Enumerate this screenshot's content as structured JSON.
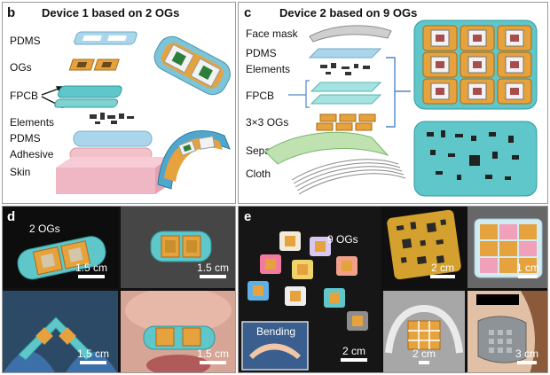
{
  "panel_b": {
    "letter": "b",
    "title": "Device 1 based on 2 OGs",
    "layers": [
      "PDMS",
      "OGs",
      "FPCB",
      "Elements",
      "PDMS",
      "Adhesive",
      "Skin"
    ]
  },
  "panel_c": {
    "letter": "c",
    "title": "Device 2 based on 9 OGs",
    "layers": [
      "Face mask",
      "PDMS",
      "Elements",
      "FPCB",
      "3×3 OGs",
      "Separator",
      "Cloth"
    ]
  },
  "panel_d": {
    "letter": "d",
    "label_ogs": "2 OGs",
    "scales": [
      "1.5 cm",
      "1.5 cm",
      "1.5 cm",
      "1.5 cm"
    ]
  },
  "panel_e": {
    "letter": "e",
    "label_ogs": "9 OGs",
    "label_bending": "Bending",
    "scales": [
      "2 cm",
      "2 cm",
      "1 cm",
      "2 cm",
      "3 cm"
    ]
  },
  "colors": {
    "pdms_blue": "#a9d6ea",
    "fpcb_teal": "#5fc6c9",
    "chip_orange": "#e6a23c",
    "adhesive_pink": "#f3c2c9",
    "skin_pink": "#efb7c3",
    "cloth_grey": "#9b9b9b",
    "separator_green": "#bfe2b0"
  }
}
